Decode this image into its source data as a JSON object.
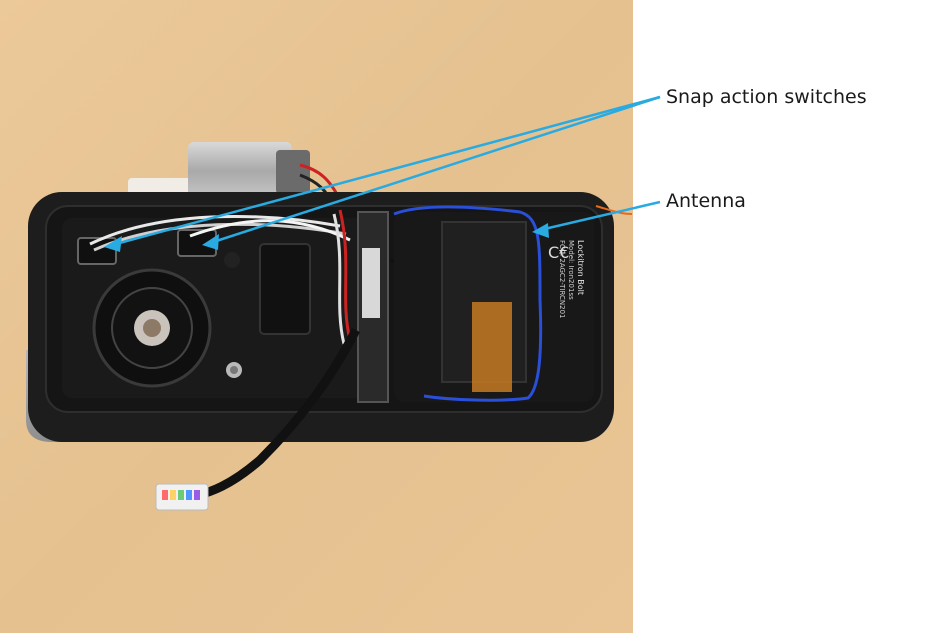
{
  "callouts": {
    "switches": "Snap action switches",
    "antenna": "Antenna"
  },
  "device": {
    "label_lines": [
      "FCC: 2AGC2-TIRCN201",
      "Model: Iron201ss",
      "Lockitron Bolt"
    ]
  },
  "colors": {
    "leader": "#29abe2",
    "table": "#e7c495",
    "housing": "#1d1d1d",
    "antenna_wire": "#2a4fd8"
  }
}
